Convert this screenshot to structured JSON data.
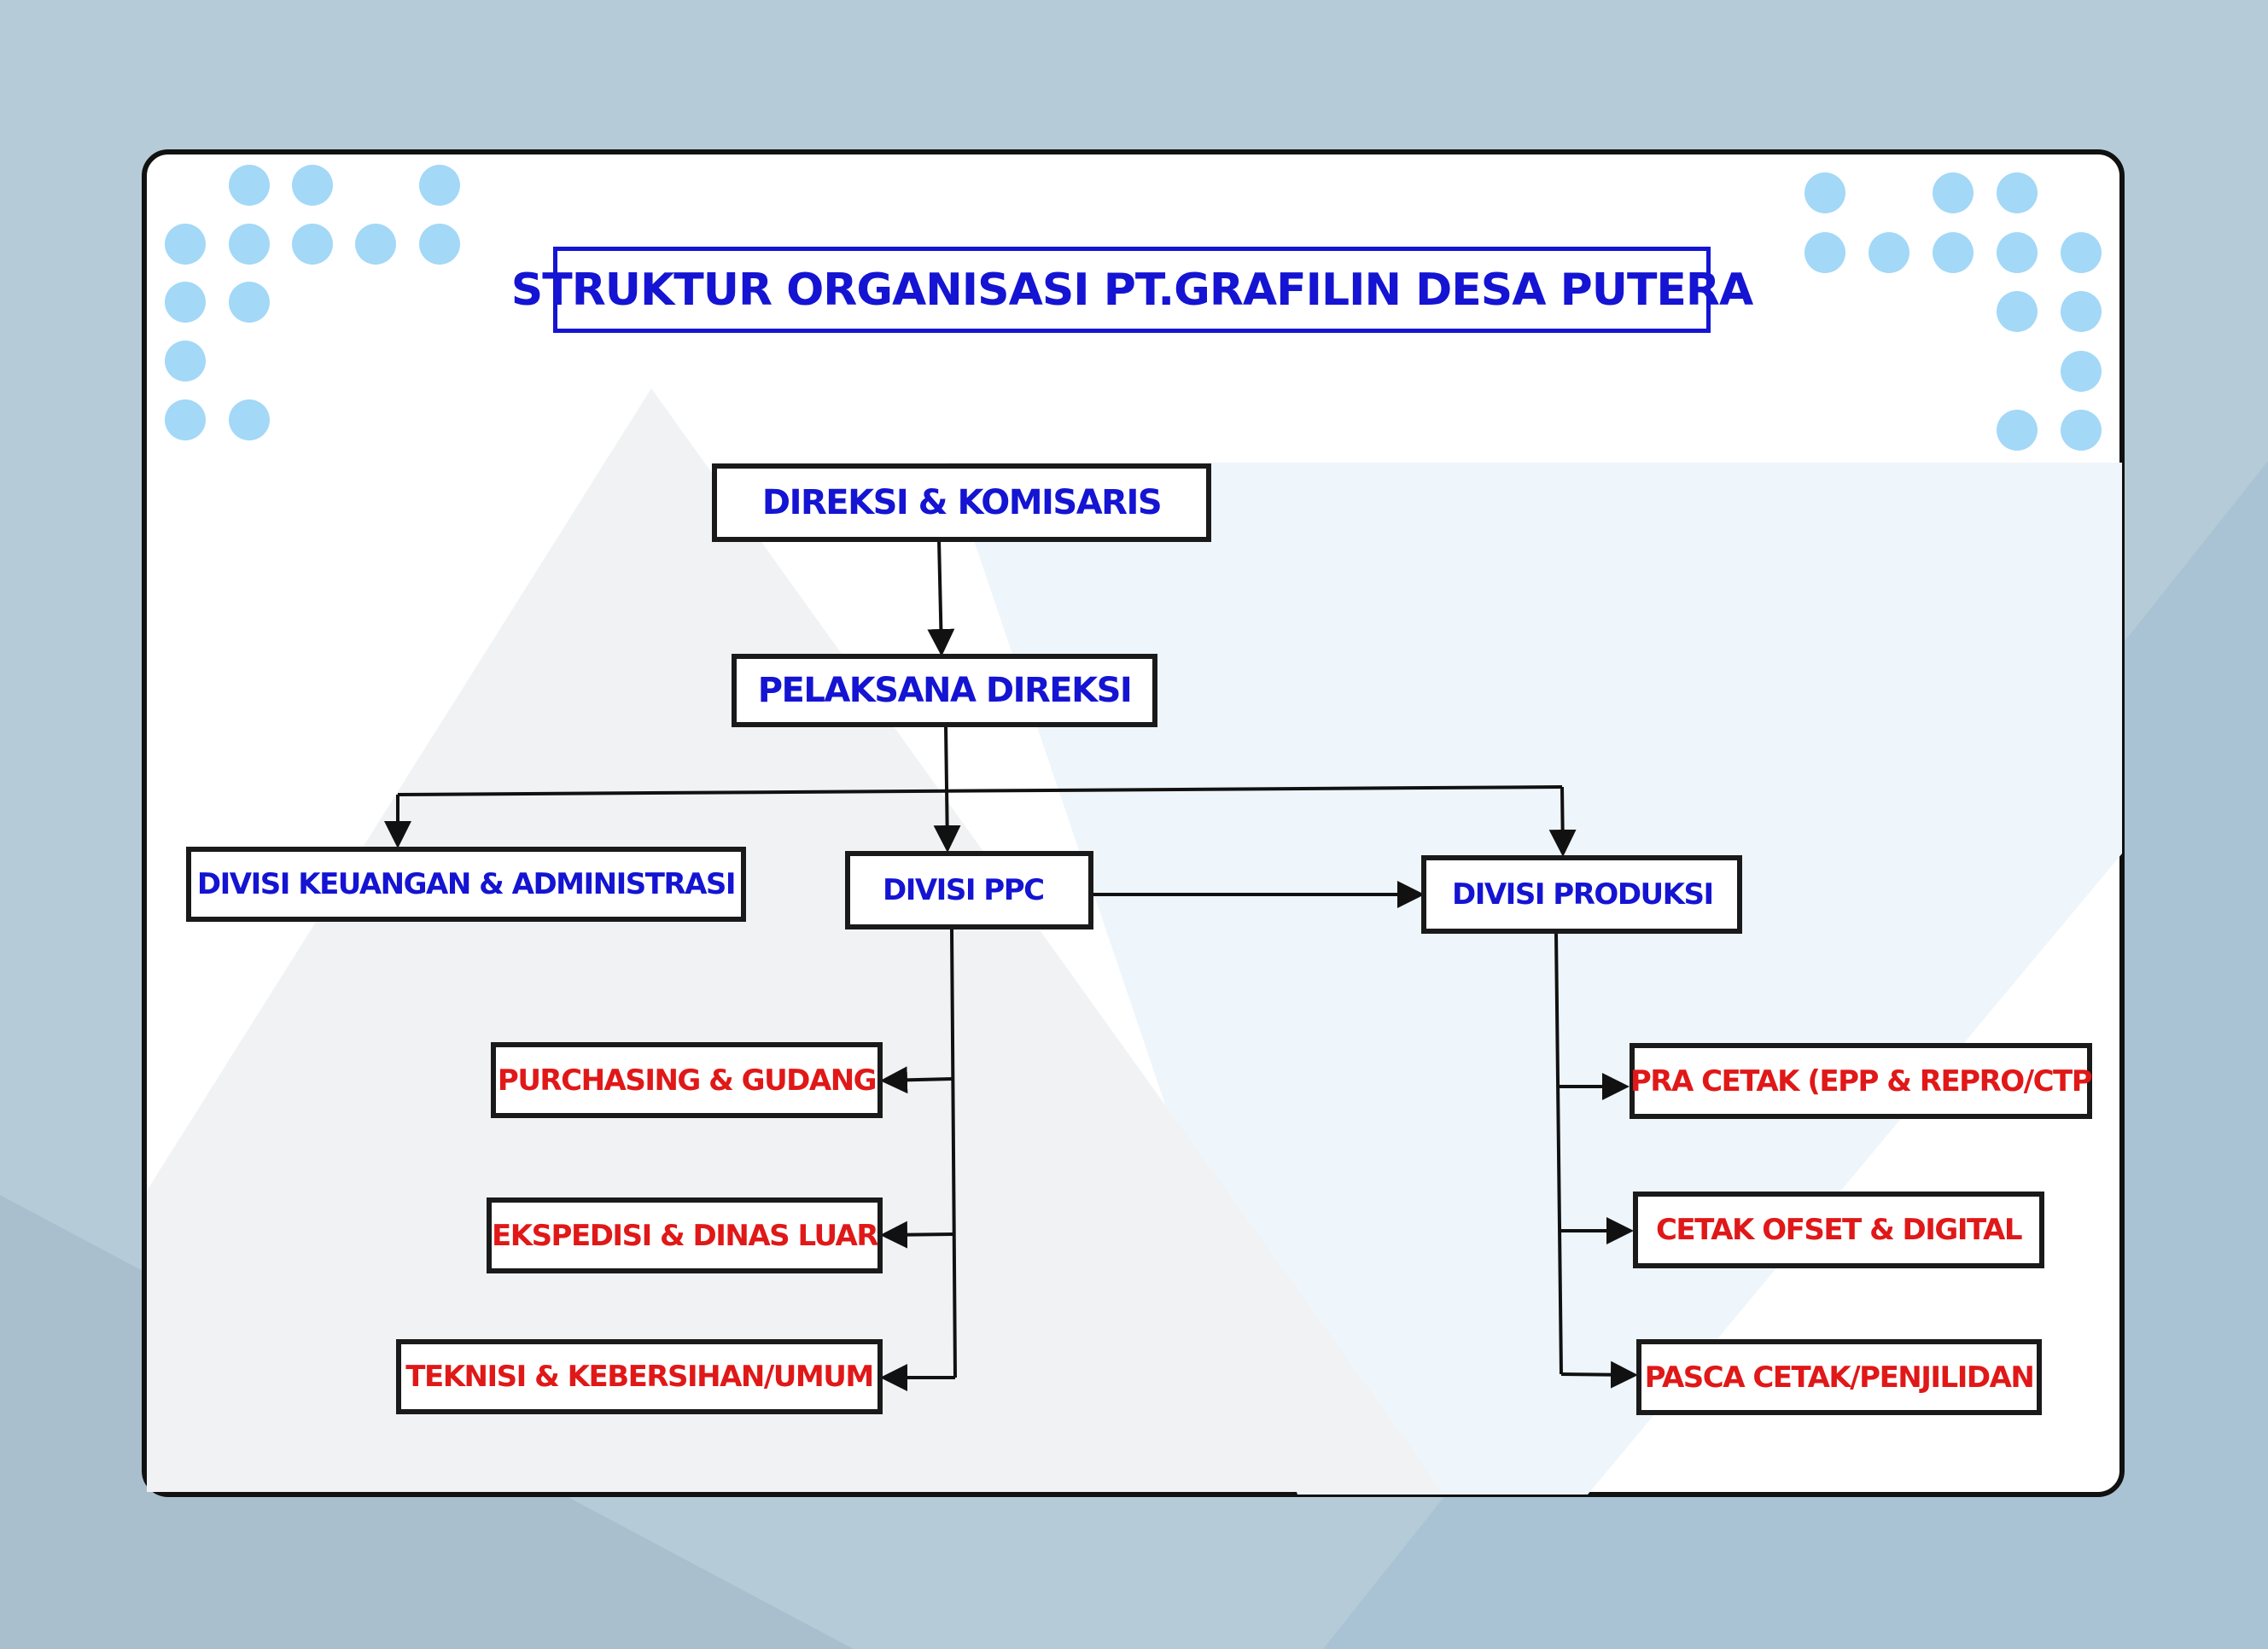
{
  "title": "STRUKTUR ORGANISASI PT.GRAFILIN DESA PUTERA",
  "nodes": {
    "direksi": "DIREKSI & KOMISARIS",
    "pelaksana": "PELAKSANA DIREKSI",
    "keuangan": "DIVISI KEUANGAN & ADMINISTRASI",
    "ppc": "DIVISI PPC",
    "produksi": "DIVISI PRODUKSI",
    "purchasing": "PURCHASING & GUDANG",
    "ekspedisi": "EKSPEDISI & DINAS LUAR",
    "teknisi": "TEKNISI & KEBERSIHAN/UMUM",
    "pracetak": "PRA CETAK (EPP & REPRO/CTP",
    "cetak": "CETAK OFSET & DIGITAL",
    "pasca": "PASCA CETAK/PENJILIDAN"
  },
  "colors": {
    "background": "#b5ccd8",
    "heading_text": "#1414d2",
    "sub_unit_text": "#e01818",
    "box_border": "#1a1a1a",
    "dot": "#a3d8f7"
  }
}
